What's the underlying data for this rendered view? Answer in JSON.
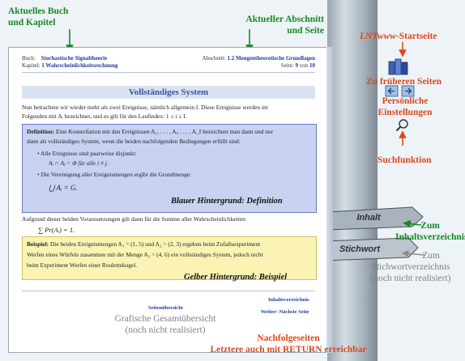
{
  "annotations": {
    "book_chapter": [
      "Aktuelles Buch",
      "und Kapitel"
    ],
    "section_page": [
      "Aktueller Abschnitt",
      "und Seite"
    ],
    "lntwww_prefix": "LNTwww",
    "lntwww_suffix": "-Startseite",
    "previous_pages": "Zu früheren Seiten",
    "personal": [
      "Persönliche",
      "Einstellungen"
    ],
    "search": "Suchfunktion",
    "toc": [
      "Zum",
      "Inhaltsverzeichnis"
    ],
    "keyword": [
      "Zum",
      "Stichwortverzeichnis",
      "(noch nicht realisiert)"
    ],
    "overview": [
      "Grafische Gesamtübersicht",
      "(noch nicht realisiert)"
    ],
    "next": [
      "Nachfolgeseiten",
      "Letztere auch mit RETURN erreichbar"
    ],
    "blue_label": "Blauer Hintergrund: Definition",
    "yellow_label": "Gelber Hintergrund: Beispiel"
  },
  "page": {
    "book_label": "Buch:",
    "book": "Stochastische Signaltheorie",
    "chapter_label": "Kapitel:",
    "chapter": "1 Wahrscheinlichkeitsrechnung",
    "section_label": "Abschnitt:",
    "section": "1.2 Mengentheoretische Grundlagen",
    "page_label": "Seite:",
    "page_num": "9",
    "page_of": "von",
    "page_total": "10",
    "title": "Vollständiges System",
    "intro1": "Nun betrachten wir wieder mehr als zwei Ereignisse, nämlich allgemein I. Diese Ereignisse werden im",
    "intro2": "Folgenden mit Aᵢ bezeichnet, und es gilt für den Laufindex: 1 ≤ i ≤ I.",
    "def_head": "Definition:",
    "def1": "Eine Konstellation mit den Ereignissen A₁, . . . , Aᵢ, . . . , A_I bezeichnet man dann und nur",
    "def2": "dann als vollständiges System, wenn die beiden nachfolgenden Bedingungen erfüllt sind:",
    "def_b1": "Alle Ereignisse sind paarweise disjunkt:",
    "def_f1": "Aᵢ ∩ Aⱼ = Φ für alle i ≠ j.",
    "def_b2": "Die Vereinigung aller Ereignismengen ergibt die Grundmenge:",
    "def_f2": "⋃ Aᵢ = G.",
    "after1": "Aufgrund dieser beiden Voraussetzungen gilt dann für die Summe aller Wahrscheinlichkeiten:",
    "after_f": "∑ Pr(Aᵢ) = 1.",
    "ex_head": "Beispiel:",
    "ex1": "Die beiden Ereignismengen A₁ = (1, 5) und A₂ = (2, 3) ergeben beim Zufallsexperiment",
    "ex2": "Werfen eines Würfels zusammen mit der Menge A₃ = (4, 6) ein vollständiges System, jedoch nicht",
    "ex3": "beim Experiment Werfen einer Roulettekugel.",
    "link_overview": "Seitenübersicht",
    "link_toc": "Inhaltsverzeichnis",
    "link_next": "Weiter: Nächste Seite"
  },
  "signpost": {
    "inhalt": "Inhalt",
    "stichwort": "Stichwort"
  },
  "colors": {
    "annotation_green": "#138a22",
    "annotation_red": "#d84a1e",
    "definition_bg": "#c7d3f1",
    "example_bg": "#fbf3b4",
    "title_bg": "#d8e2f0"
  }
}
